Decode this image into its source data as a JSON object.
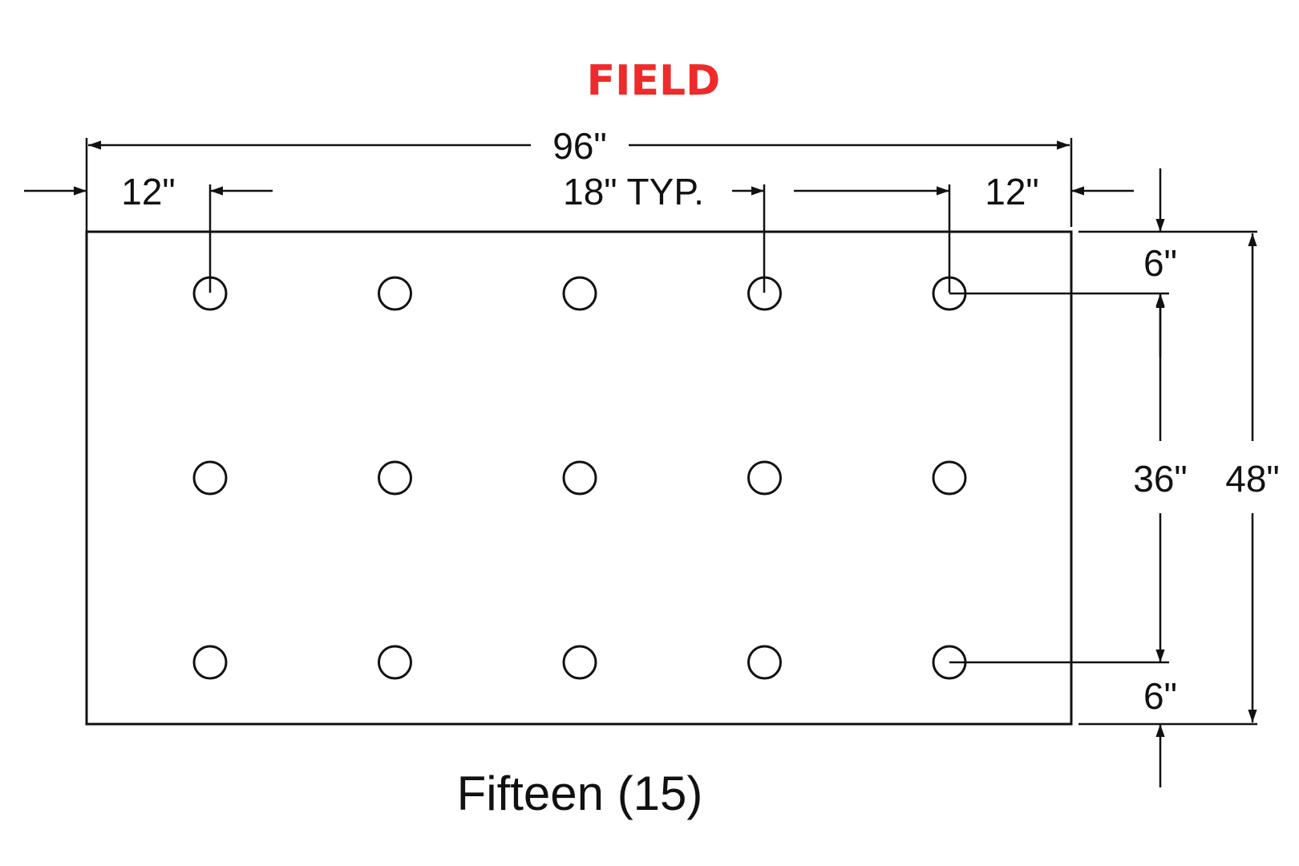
{
  "title": "FIELD",
  "caption": "Fifteen (15)",
  "colors": {
    "title": "#ee2a2a",
    "ink": "#111111",
    "background": "#ffffff"
  },
  "dimensions": {
    "overall_width": "96\"",
    "left_edge": "12\"",
    "spacing": "18\" TYP.",
    "right_edge": "12\"",
    "top_edge": "6\"",
    "row_span": "36\"",
    "bottom_edge": "6\"",
    "overall_height": "48\""
  },
  "hole_grid": {
    "rows": 3,
    "columns": 5,
    "total": 15
  }
}
